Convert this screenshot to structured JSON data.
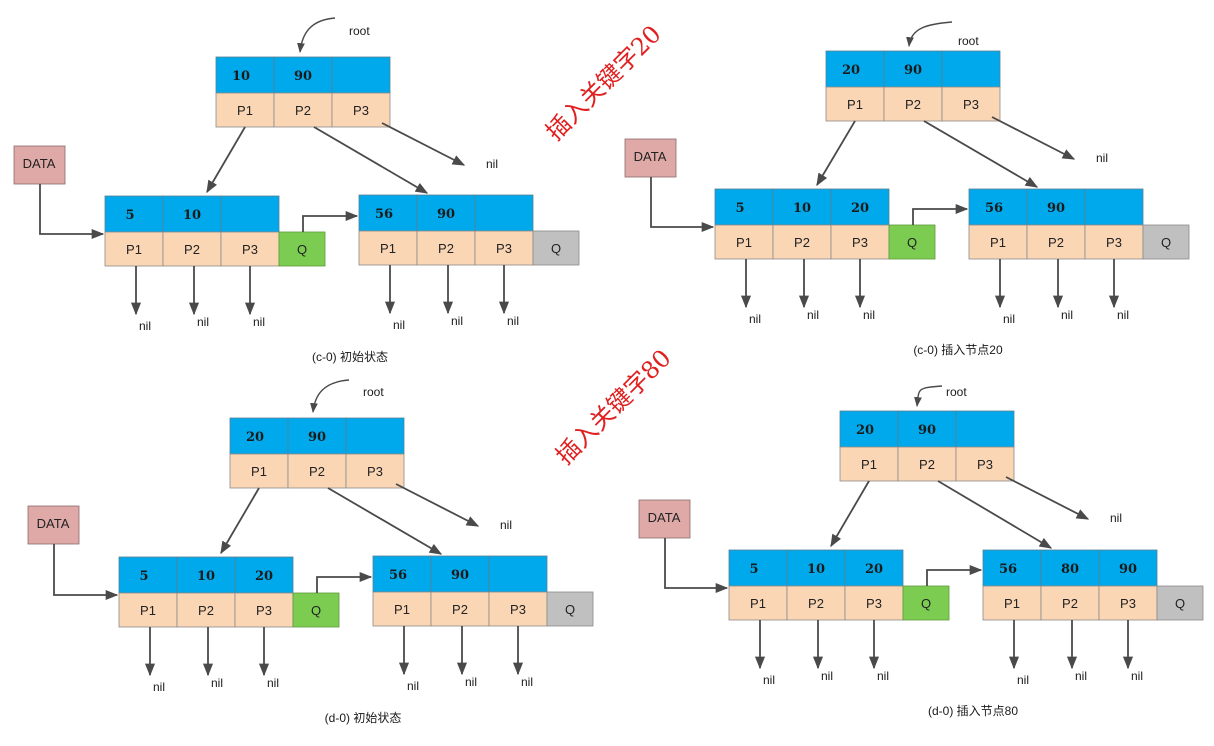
{
  "colors": {
    "key_cell": "#00a9eb",
    "ptr_cell": "#fbd6b5",
    "data_box": "#dfa9a8",
    "q_green": "#7dcc52",
    "q_gray": "#c0c0c0",
    "arrow": "#4a4a4a",
    "overlay_red": "#e02020"
  },
  "overlay_texts": [
    "插入关键字20",
    "插入关键字80"
  ],
  "panels": [
    {
      "caption": "(c-0) 初始状态",
      "root_label": "root",
      "data_label": "DATA",
      "nil_label": "nil",
      "q_label": "Q",
      "root_node": {
        "keys": [
          "10",
          "90",
          ""
        ],
        "ptrs": [
          "P1",
          "P2",
          "P3"
        ]
      },
      "leaf_left": {
        "keys": [
          "5",
          "10",
          ""
        ],
        "ptrs": [
          "P1",
          "P2",
          "P3"
        ]
      },
      "leaf_right": {
        "keys": [
          "56",
          "90",
          ""
        ],
        "ptrs": [
          "P1",
          "P2",
          "P3"
        ]
      }
    },
    {
      "caption": "(c-0) 插入节点20",
      "root_label": "root",
      "data_label": "DATA",
      "nil_label": "nil",
      "q_label": "Q",
      "root_node": {
        "keys": [
          "20",
          "90",
          ""
        ],
        "ptrs": [
          "P1",
          "P2",
          "P3"
        ]
      },
      "leaf_left": {
        "keys": [
          "5",
          "10",
          "20"
        ],
        "ptrs": [
          "P1",
          "P2",
          "P3"
        ]
      },
      "leaf_right": {
        "keys": [
          "56",
          "90",
          ""
        ],
        "ptrs": [
          "P1",
          "P2",
          "P3"
        ]
      }
    },
    {
      "caption": "(d-0) 初始状态",
      "root_label": "root",
      "data_label": "DATA",
      "nil_label": "nil",
      "q_label": "Q",
      "root_node": {
        "keys": [
          "20",
          "90",
          ""
        ],
        "ptrs": [
          "P1",
          "P2",
          "P3"
        ]
      },
      "leaf_left": {
        "keys": [
          "5",
          "10",
          "20"
        ],
        "ptrs": [
          "P1",
          "P2",
          "P3"
        ]
      },
      "leaf_right": {
        "keys": [
          "56",
          "90",
          ""
        ],
        "ptrs": [
          "P1",
          "P2",
          "P3"
        ]
      }
    },
    {
      "caption": "(d-0) 插入节点80",
      "root_label": "root",
      "data_label": "DATA",
      "nil_label": "nil",
      "q_label": "Q",
      "root_node": {
        "keys": [
          "20",
          "90",
          ""
        ],
        "ptrs": [
          "P1",
          "P2",
          "P3"
        ]
      },
      "leaf_left": {
        "keys": [
          "5",
          "10",
          "20"
        ],
        "ptrs": [
          "P1",
          "P2",
          "P3"
        ]
      },
      "leaf_right": {
        "keys": [
          "56",
          "80",
          "90"
        ],
        "ptrs": [
          "P1",
          "P2",
          "P3"
        ]
      }
    }
  ]
}
